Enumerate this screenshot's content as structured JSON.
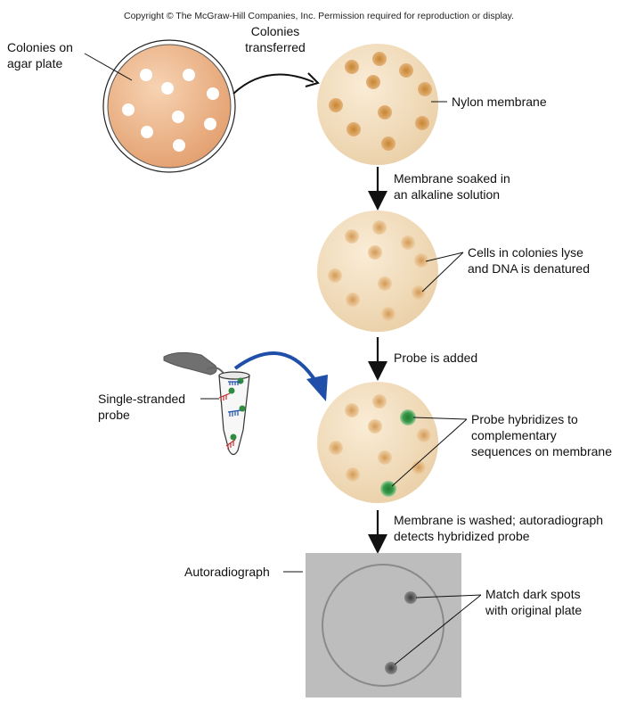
{
  "copyright": "Copyright © The McGraw-Hill Companies, Inc. Permission required for reproduction or display.",
  "labels": {
    "colonies_plate": [
      "Colonies on",
      "agar plate"
    ],
    "transferred": [
      "Colonies",
      "transferred"
    ],
    "nylon": "Nylon membrane",
    "step_soak": [
      "Membrane soaked in",
      "an alkaline solution"
    ],
    "lyse": [
      "Cells in colonies lyse",
      "and DNA is denatured"
    ],
    "step_probe": "Probe is added",
    "single_probe": [
      "Single-stranded",
      "probe"
    ],
    "hybridizes": [
      "Probe hybridizes to",
      "complementary",
      "sequences on membrane"
    ],
    "step_wash": [
      "Membrane is washed; autoradiograph",
      "detects hybridized probe"
    ],
    "autoradiograph": "Autoradiograph",
    "match": [
      "Match dark spots",
      "with original plate"
    ]
  },
  "colors": {
    "plate": "#e9ac80",
    "membrane": "#f3dcbd",
    "colony_spot": "#d99a4f",
    "faded_spot": "#e0b27a",
    "green_probe": "#2e8b3f",
    "blue_arrow": "#1f4fa8",
    "film": "#bdbdbd"
  }
}
